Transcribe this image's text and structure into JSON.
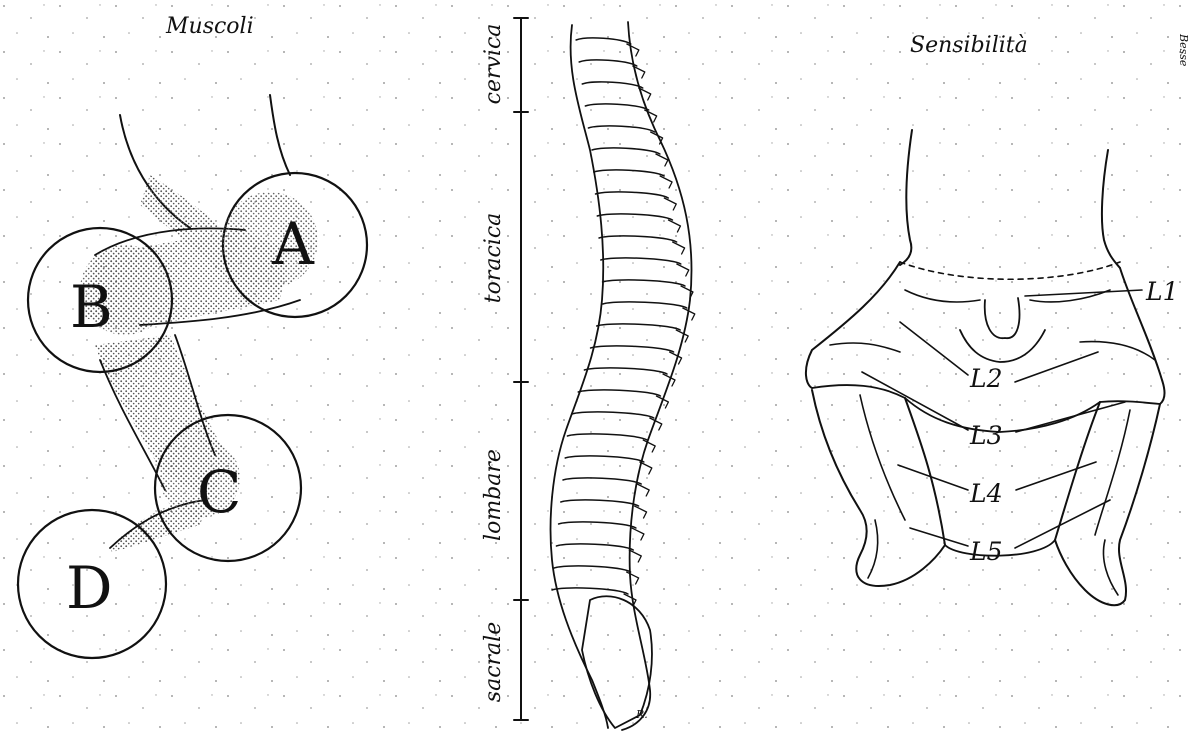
{
  "left_panel": {
    "title": "Muscoli",
    "muscles": [
      {
        "label": "A"
      },
      {
        "label": "B"
      },
      {
        "label": "C"
      },
      {
        "label": "D"
      }
    ]
  },
  "center_panel": {
    "regions": [
      {
        "label": "cervica"
      },
      {
        "label": "toracica"
      },
      {
        "label": "lombare"
      },
      {
        "label": "sacrale"
      }
    ],
    "corner_mark": "R."
  },
  "right_panel": {
    "title": "Sensibilità",
    "corner_mark": "Besse",
    "dermatomes": [
      {
        "label": "L1"
      },
      {
        "label": "L2"
      },
      {
        "label": "L3"
      },
      {
        "label": "L4"
      },
      {
        "label": "L5"
      }
    ]
  },
  "ink_color": "#111111",
  "stipple_color": "#555555"
}
